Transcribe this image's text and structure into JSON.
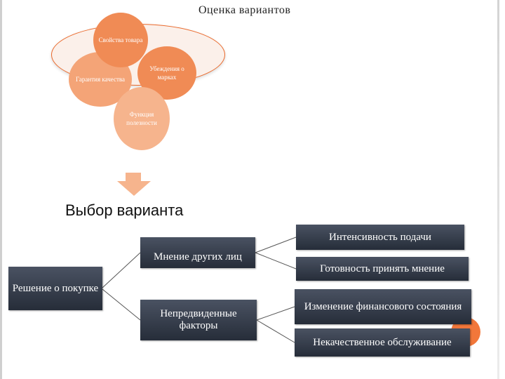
{
  "title": "Оценка вариантов",
  "circles": {
    "svoistva": "Свойства товара",
    "garantiya": "Гарантия качества",
    "ubezhdeniya": "Убеждения о марках",
    "funktsiya": "Функция полезности"
  },
  "section_title": "Выбор варианта",
  "tree": {
    "root": "Решение о покупке",
    "mnenie": "Мнение других лиц",
    "nepredvidennye": "Непредвиденные факторы",
    "intensivnost": "Интенсивность подачи",
    "gotovnost": "Готовность принять мнение",
    "izmenenie": "Изменение финансового состояния",
    "nekachestvennoe": "Некачественное обслуживание"
  },
  "colors": {
    "accent_orange": "#eb6a2c",
    "box_dark": "#262d39",
    "connector": "#555555"
  }
}
